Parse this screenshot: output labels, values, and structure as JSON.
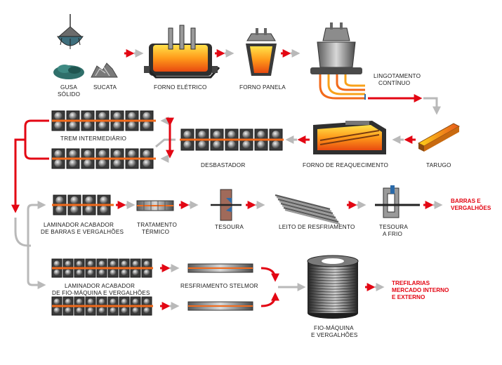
{
  "colors": {
    "arrow_red": "#e30613",
    "arrow_gray": "#b9b9b9",
    "hot_orange": "#f26a1b",
    "hot_yellow": "#ffd21a",
    "steel_gray": "#8a8a8a",
    "dark_metal": "#3a3a3a"
  },
  "labels": {
    "gusa_1": "GUSA",
    "gusa_2": "SÓLIDO",
    "sucata": "SUCATA",
    "forno_eletrico": "FORNO ELÉTRICO",
    "forno_panela": "FORNO PANELA",
    "lingotamento_1": "LINGOTAMENTO",
    "lingotamento_2": "CONTÍNUO",
    "trem_intermediario": "TREM INTERMEDIÁRIO",
    "desbastador": "DESBASTADOR",
    "forno_reaquecimento": "FORNO DE REAQUECIMENTO",
    "tarugo": "TARUGO",
    "laminador_barras_1": "LAMINADOR ACABADOR",
    "laminador_barras_2": "DE BARRAS E VERGALHÕES",
    "tratamento_1": "TRATAMENTO",
    "tratamento_2": "TÉRMICO",
    "tesoura": "TESOURA",
    "leito": "LEITO DE RESFRIAMENTO",
    "tesoura_frio_1": "TESOURA",
    "tesoura_frio_2": "A FRIO",
    "barras_1": "BARRAS E",
    "barras_2": "VERGALHÕES",
    "laminador_fio_1": "LAMINADOR ACABADOR",
    "laminador_fio_2": "DE FIO-MÁQUINA E VERGALHÕES",
    "stelmor": "RESFRIAMENTO STELMOR",
    "fio_maquina_1": "FIO-MÁQUINA",
    "fio_maquina_2": "E VERGALHÕES",
    "trefilarias_1": "TREFILARIAS",
    "trefilarias_2": "MERCADO INTERNO",
    "trefilarias_3": "E EXTERNO"
  }
}
